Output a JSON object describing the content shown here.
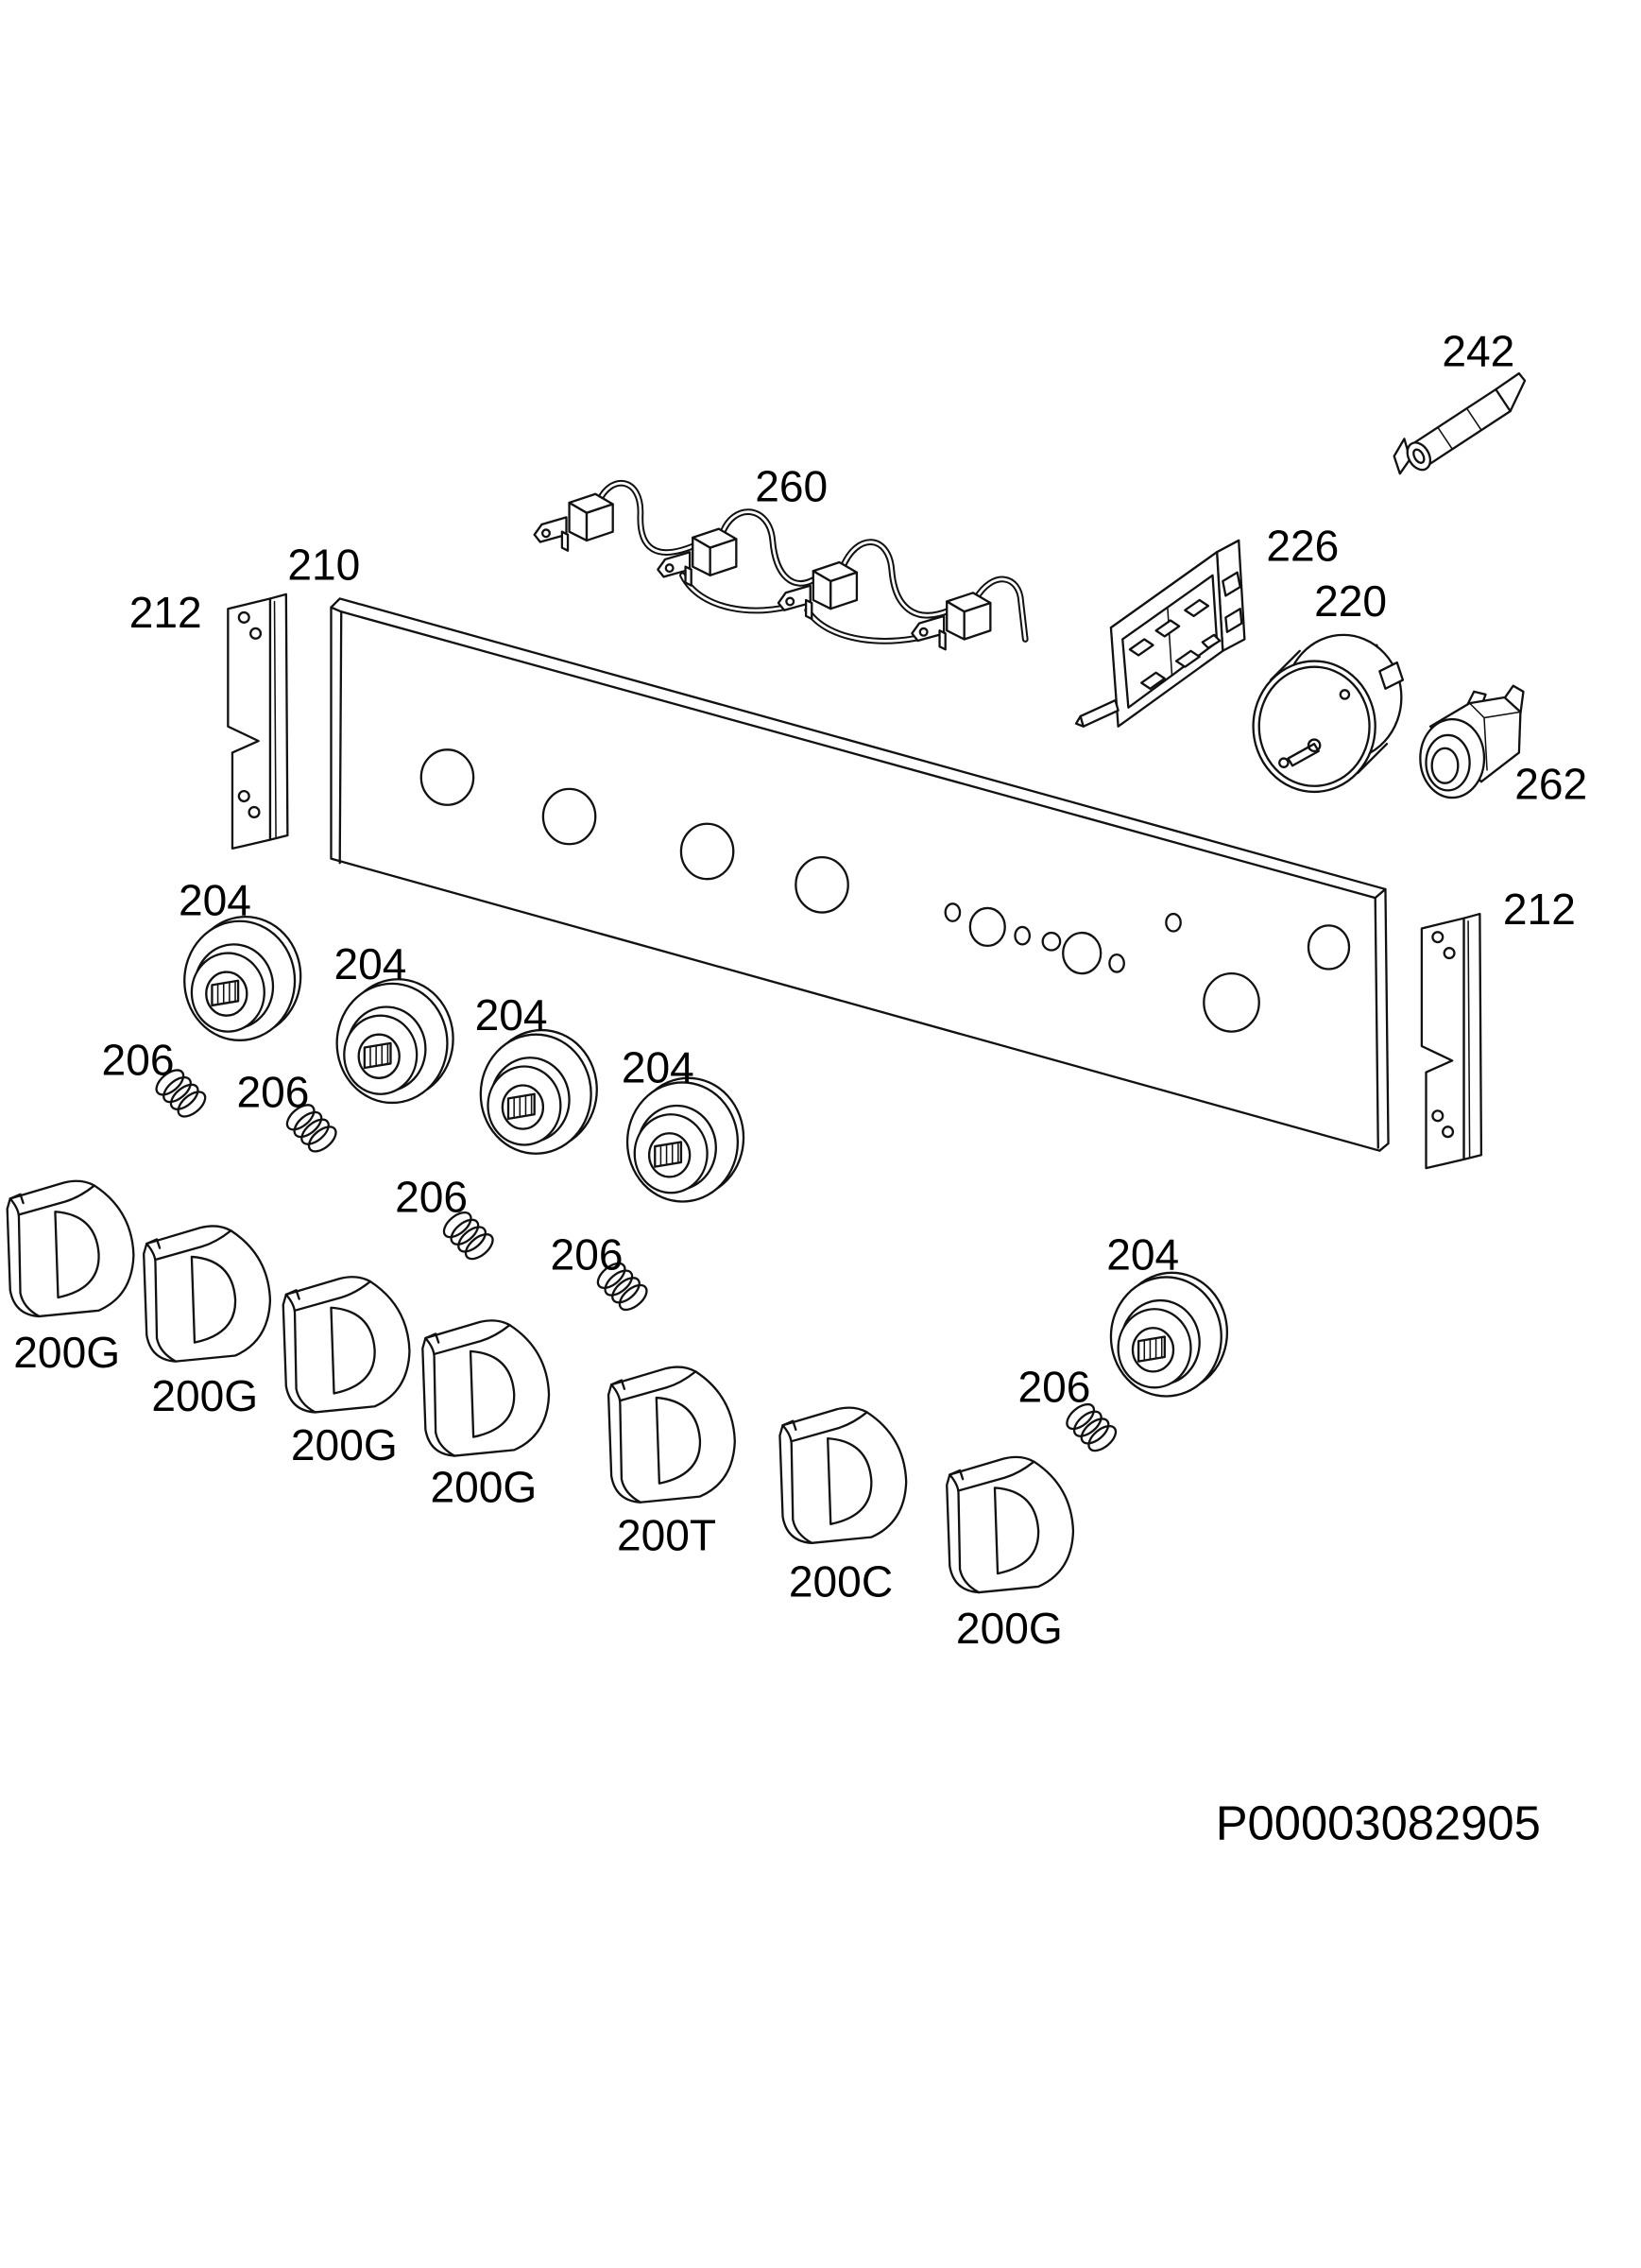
{
  "diagram": {
    "drawing_number": "P00003082905",
    "callouts": [
      {
        "label": "242"
      },
      {
        "label": "260"
      },
      {
        "label": "226"
      },
      {
        "label": "210"
      },
      {
        "label": "212"
      },
      {
        "label": "220"
      },
      {
        "label": "262"
      },
      {
        "label": "212"
      },
      {
        "label": "204"
      },
      {
        "label": "204"
      },
      {
        "label": "204"
      },
      {
        "label": "204"
      },
      {
        "label": "206"
      },
      {
        "label": "206"
      },
      {
        "label": "206"
      },
      {
        "label": "206"
      },
      {
        "label": "204"
      },
      {
        "label": "206"
      },
      {
        "label": "200G"
      },
      {
        "label": "200G"
      },
      {
        "label": "200G"
      },
      {
        "label": "200G"
      },
      {
        "label": "200T"
      },
      {
        "label": "200C"
      },
      {
        "label": "200G"
      }
    ]
  }
}
